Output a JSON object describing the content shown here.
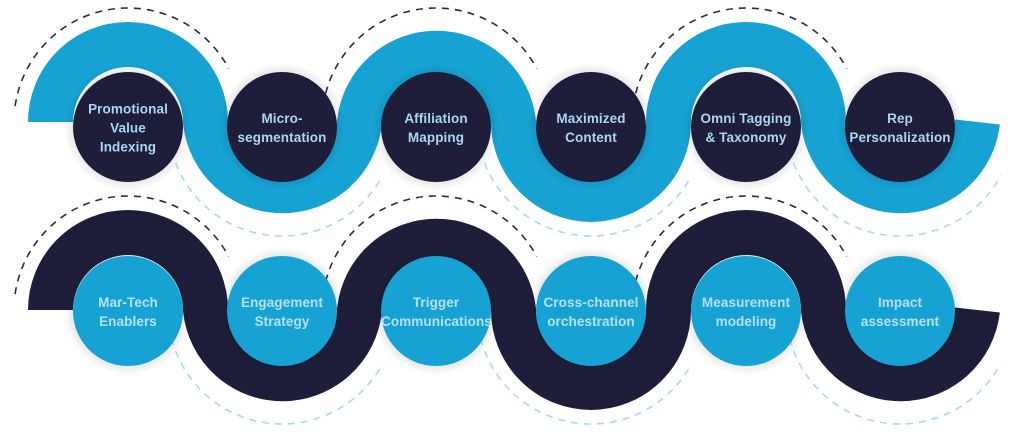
{
  "colors": {
    "blue": "#16a3d4",
    "navy": "#1f1e3a",
    "label_on_navy": "#a8d6f2",
    "label_on_blue": "#b7e0f6",
    "dash_dark": "#2a2a45",
    "dash_light": "#a9d8f3"
  },
  "rows": [
    {
      "name": "top-row",
      "band_color": "blue",
      "circle_color": "navy",
      "label_color": "label_on_navy",
      "items": [
        {
          "label": "Promotional\nValue\nIndexing"
        },
        {
          "label": "Micro-\nsegmentation"
        },
        {
          "label": "Affiliation\nMapping"
        },
        {
          "label": "Maximized\nContent"
        },
        {
          "label": "Omni Tagging\n& Taxonomy"
        },
        {
          "label": "Rep\nPersonalization"
        }
      ]
    },
    {
      "name": "bottom-row",
      "band_color": "navy",
      "circle_color": "blue",
      "label_color": "label_on_blue",
      "items": [
        {
          "label": "Mar-Tech\nEnablers"
        },
        {
          "label": "Engagement\nStrategy"
        },
        {
          "label": "Trigger\nCommunications"
        },
        {
          "label": "Cross-channel\norchestration"
        },
        {
          "label": "Measurement\nmodeling"
        },
        {
          "label": "Impact\nassessment"
        }
      ]
    }
  ]
}
